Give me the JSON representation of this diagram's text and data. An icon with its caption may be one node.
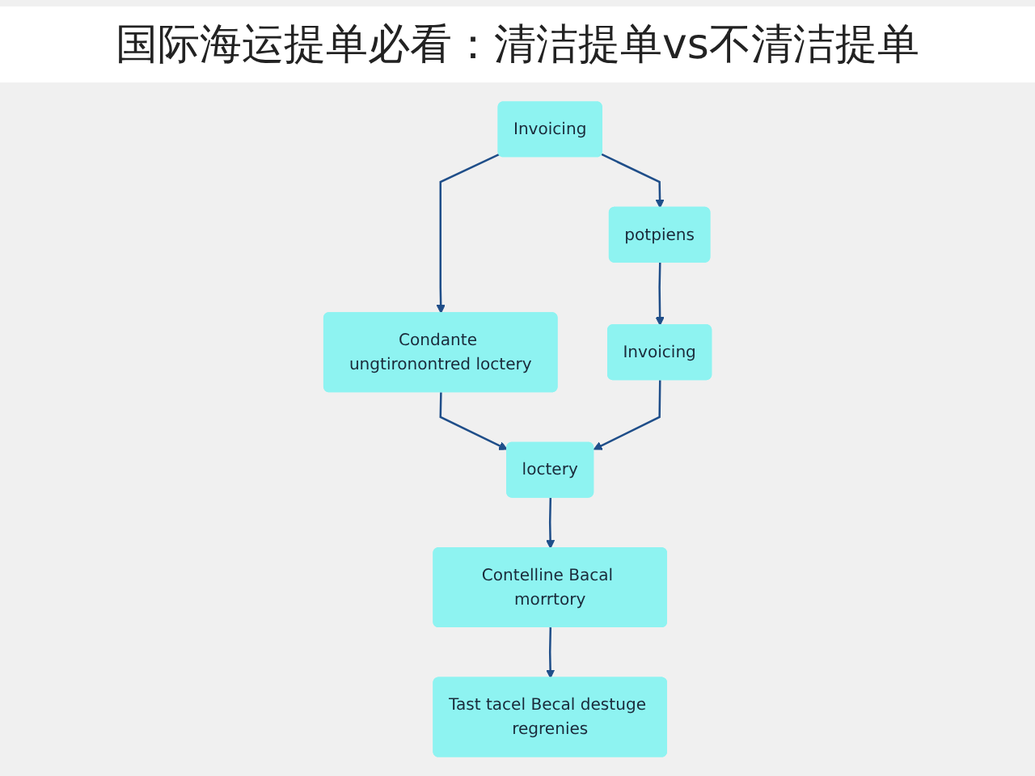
{
  "diagram": {
    "title": "国际海运提单必看：清洁提单vs不清洁提单",
    "nodes": [
      {
        "text": [
          "Invoicing"
        ]
      },
      {
        "text": [
          "Condante ungtironontred loctery"
        ]
      },
      {
        "text": [
          "potpiens"
        ]
      },
      {
        "text": [
          "Invoicing"
        ]
      },
      {
        "text": [
          "loctery"
        ]
      },
      {
        "text": [
          "Contelline Bacal morrtory"
        ]
      },
      {
        "text": [
          "Tast tacel Becal destuge regrenies"
        ]
      }
    ],
    "edges": [
      {
        "from": 0,
        "to": 2,
        "arrow": "to"
      },
      {
        "from": 0,
        "to": 1,
        "arrow": "to"
      },
      {
        "from": 1,
        "to": 4,
        "arrow": "to"
      },
      {
        "from": 2,
        "to": 3,
        "arrow": "to"
      },
      {
        "from": 3,
        "to": 4,
        "arrow": "to"
      },
      {
        "from": 4,
        "to": 5,
        "arrow": "to"
      },
      {
        "from": 5,
        "to": 6,
        "arrow": "to"
      }
    ]
  }
}
